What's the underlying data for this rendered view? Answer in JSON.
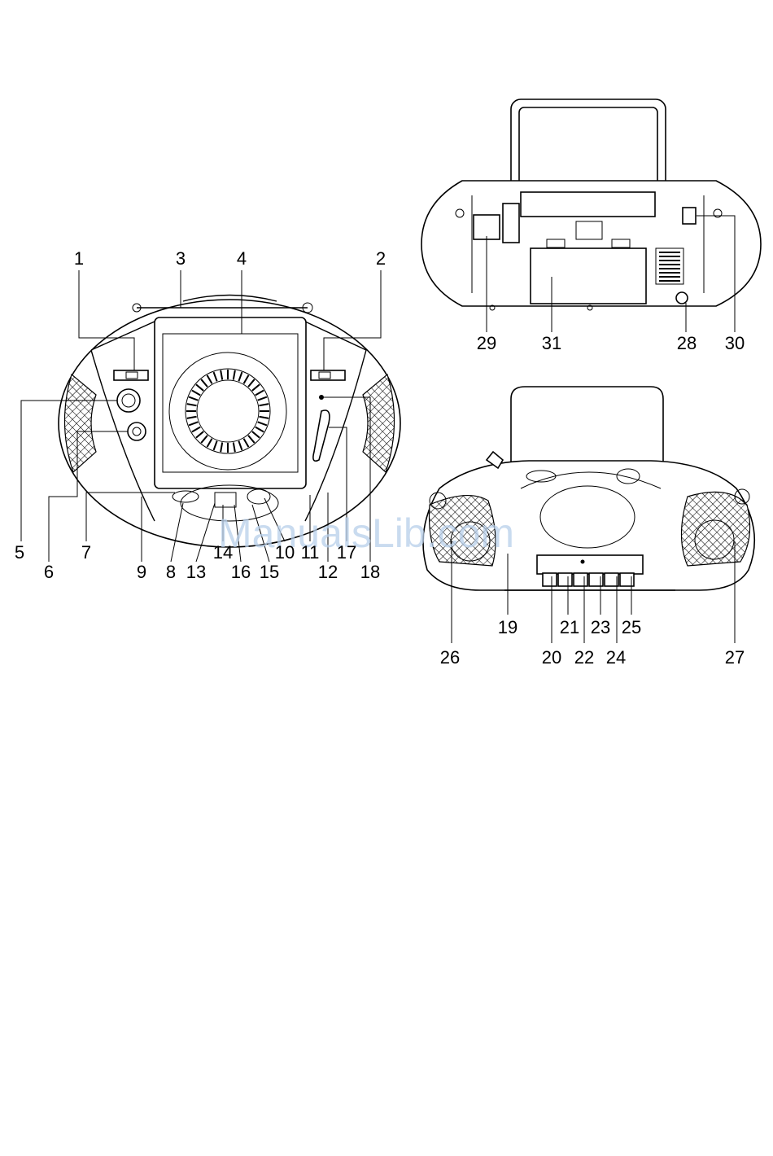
{
  "watermark": "ManualsLib.com",
  "callouts": [
    "1",
    "2",
    "3",
    "4",
    "5",
    "6",
    "7",
    "8",
    "9",
    "10",
    "11",
    "12",
    "13",
    "14",
    "15",
    "16",
    "17",
    "18",
    "19",
    "20",
    "21",
    "22",
    "23",
    "24",
    "25",
    "26",
    "27",
    "28",
    "29",
    "30",
    "31"
  ],
  "icons": {
    "grille": "speaker-grille",
    "disc": "cd-disc"
  }
}
